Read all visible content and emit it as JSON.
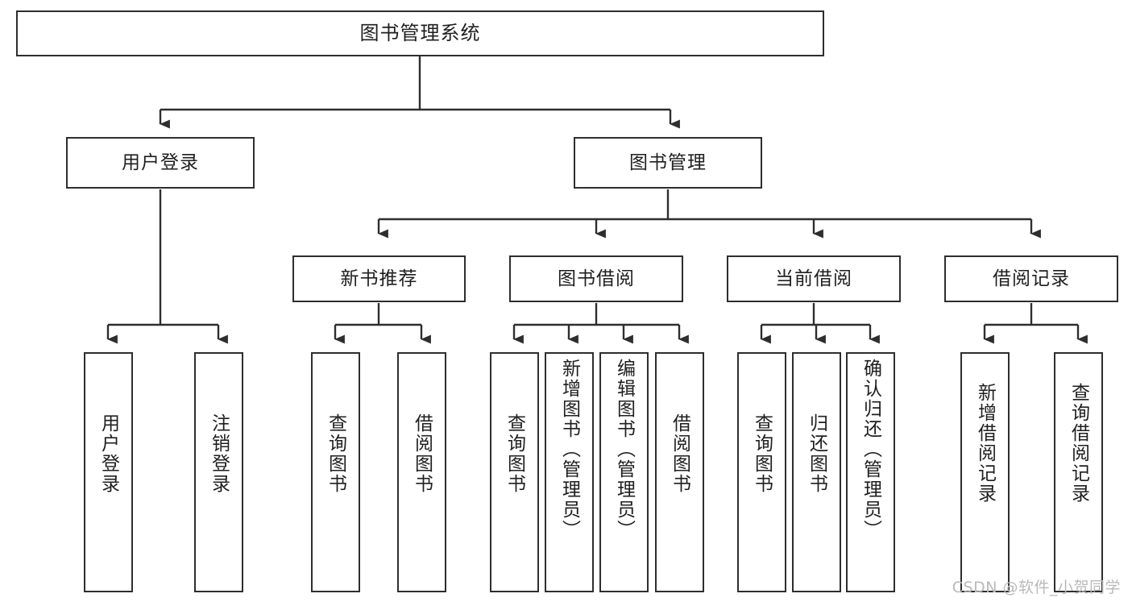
{
  "diagram": {
    "title": "图书管理系统",
    "watermark": "CSDN @软件_小贺同学",
    "line_color": "#2e2e2e",
    "box_fill": "#ffffff",
    "text_color": "#1f1f1f",
    "watermark_color": "#b9b9b9",
    "levels": {
      "root": {
        "label": "图书管理系统"
      },
      "level2": [
        {
          "label": "用户登录"
        },
        {
          "label": "图书管理"
        }
      ],
      "level3": [
        {
          "label": "新书推荐"
        },
        {
          "label": "图书借阅"
        },
        {
          "label": "当前借阅"
        },
        {
          "label": "借阅记录"
        }
      ],
      "leaves": {
        "user_login": [
          {
            "label": "用户登录"
          },
          {
            "label": "注销登录"
          }
        ],
        "new_book_recommend": [
          {
            "label": "查询图书"
          },
          {
            "label": "借阅图书"
          }
        ],
        "book_borrow": [
          {
            "label": "查询图书"
          },
          {
            "label": "新增图书（管理员）"
          },
          {
            "label": "编辑图书（管理员）"
          },
          {
            "label": "借阅图书"
          }
        ],
        "current_borrow": [
          {
            "label": "查询图书"
          },
          {
            "label": "归还图书"
          },
          {
            "label": "确认归还（管理员）"
          }
        ],
        "borrow_records": [
          {
            "label": "新增借阅记录"
          },
          {
            "label": "查询借阅记录"
          }
        ]
      }
    }
  }
}
